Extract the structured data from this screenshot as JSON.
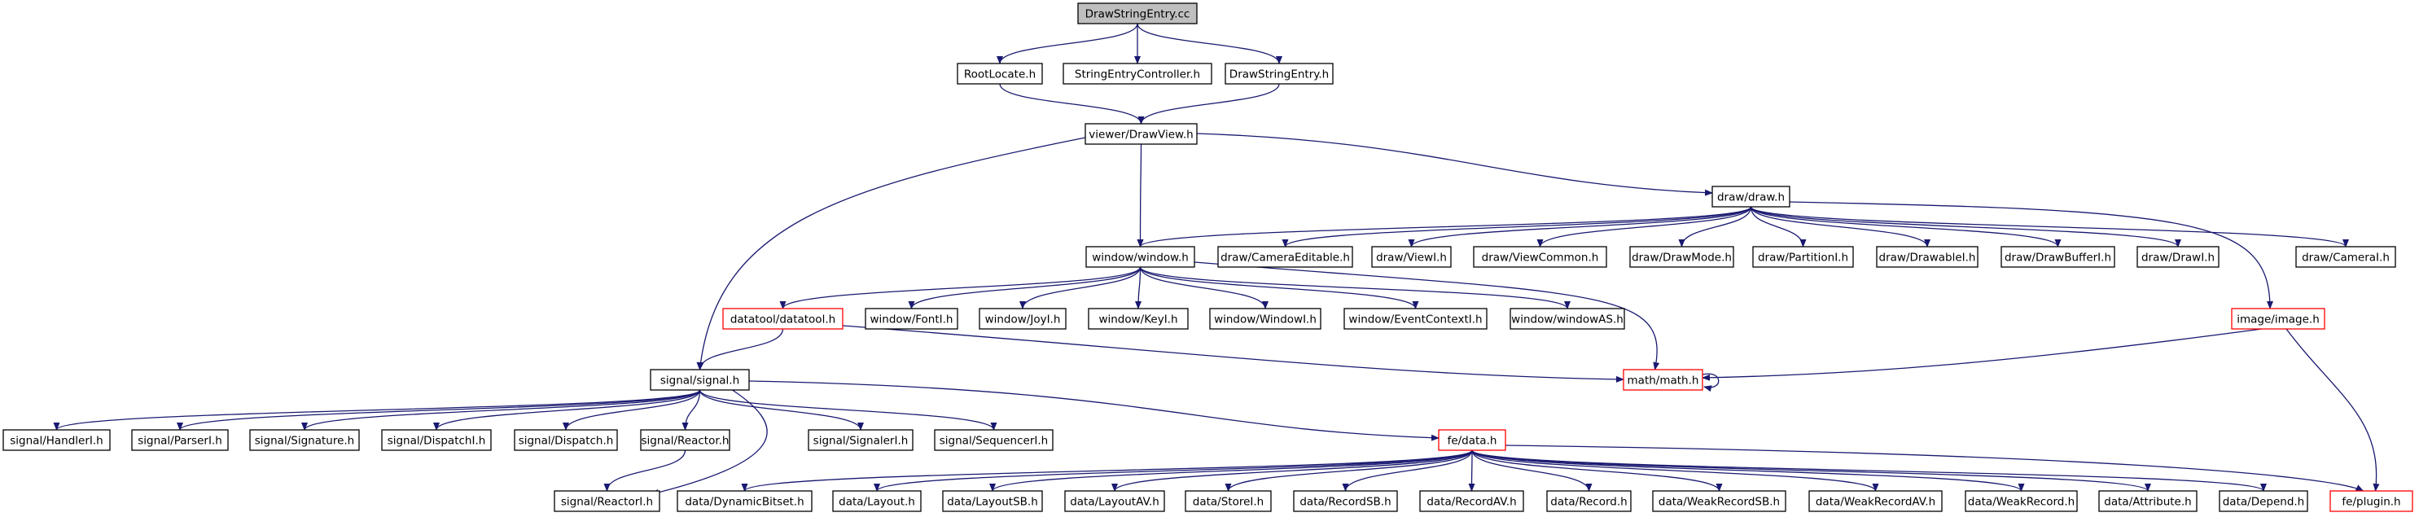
{
  "colors": {
    "edge": "#191970",
    "node_border": "#000000",
    "node_border_truncated": "#ff0000",
    "root_fill": "#bfbfbf",
    "node_fill": "#ffffff",
    "text": "#000000"
  },
  "nodes": {
    "n1": {
      "label": "DrawStringEntry.cc",
      "kind": "root"
    },
    "n2": {
      "label": "RootLocate.h"
    },
    "n3": {
      "label": "StringEntryController.h"
    },
    "n4": {
      "label": "DrawStringEntry.h"
    },
    "n5": {
      "label": "viewer/DrawView.h"
    },
    "n6": {
      "label": "draw/draw.h"
    },
    "n7": {
      "label": "window/window.h"
    },
    "n8": {
      "label": "draw/CameraEditable.h"
    },
    "n9": {
      "label": "draw/ViewI.h"
    },
    "n10": {
      "label": "draw/ViewCommon.h"
    },
    "n11": {
      "label": "draw/DrawMode.h"
    },
    "n12": {
      "label": "draw/PartitionI.h"
    },
    "n13": {
      "label": "draw/DrawableI.h"
    },
    "n14": {
      "label": "draw/DrawBufferI.h"
    },
    "n15": {
      "label": "draw/DrawI.h"
    },
    "n16": {
      "label": "draw/CameraI.h"
    },
    "n17": {
      "label": "datatool/datatool.h",
      "kind": "truncated"
    },
    "n18": {
      "label": "window/FontI.h"
    },
    "n19": {
      "label": "window/JoyI.h"
    },
    "n20": {
      "label": "window/KeyI.h"
    },
    "n21": {
      "label": "window/WindowI.h"
    },
    "n22": {
      "label": "window/EventContextI.h"
    },
    "n23": {
      "label": "window/windowAS.h"
    },
    "n24": {
      "label": "image/image.h",
      "kind": "truncated"
    },
    "n25": {
      "label": "signal/signal.h"
    },
    "n26": {
      "label": "math/math.h",
      "kind": "truncated"
    },
    "n27": {
      "label": "signal/HandlerI.h"
    },
    "n28": {
      "label": "signal/ParserI.h"
    },
    "n29": {
      "label": "signal/Signature.h"
    },
    "n30": {
      "label": "signal/DispatchI.h"
    },
    "n31": {
      "label": "signal/Dispatch.h"
    },
    "n32": {
      "label": "signal/Reactor.h"
    },
    "n33": {
      "label": "signal/SignalerI.h"
    },
    "n34": {
      "label": "signal/SequencerI.h"
    },
    "n35": {
      "label": "fe/data.h",
      "kind": "truncated"
    },
    "n36": {
      "label": "signal/ReactorI.h"
    },
    "n37": {
      "label": "data/DynamicBitset.h"
    },
    "n38": {
      "label": "data/Layout.h"
    },
    "n39": {
      "label": "data/LayoutSB.h"
    },
    "n40": {
      "label": "data/LayoutAV.h"
    },
    "n41": {
      "label": "data/StoreI.h"
    },
    "n42": {
      "label": "data/RecordSB.h"
    },
    "n43": {
      "label": "data/RecordAV.h"
    },
    "n44": {
      "label": "data/Record.h"
    },
    "n45": {
      "label": "data/WeakRecordSB.h"
    },
    "n46": {
      "label": "data/WeakRecordAV.h"
    },
    "n47": {
      "label": "data/WeakRecord.h"
    },
    "n48": {
      "label": "data/Attribute.h"
    },
    "n49": {
      "label": "data/Depend.h"
    },
    "n50": {
      "label": "fe/plugin.h",
      "kind": "truncated"
    }
  },
  "edges": [
    [
      "n1",
      "n2"
    ],
    [
      "n1",
      "n3"
    ],
    [
      "n1",
      "n4"
    ],
    [
      "n2",
      "n5"
    ],
    [
      "n4",
      "n5"
    ],
    [
      "n5",
      "n6"
    ],
    [
      "n5",
      "n7"
    ],
    [
      "n5",
      "n25"
    ],
    [
      "n6",
      "n7"
    ],
    [
      "n6",
      "n8"
    ],
    [
      "n6",
      "n9"
    ],
    [
      "n6",
      "n10"
    ],
    [
      "n6",
      "n11"
    ],
    [
      "n6",
      "n12"
    ],
    [
      "n6",
      "n13"
    ],
    [
      "n6",
      "n14"
    ],
    [
      "n6",
      "n15"
    ],
    [
      "n6",
      "n16"
    ],
    [
      "n6",
      "n24"
    ],
    [
      "n7",
      "n17"
    ],
    [
      "n7",
      "n18"
    ],
    [
      "n7",
      "n19"
    ],
    [
      "n7",
      "n20"
    ],
    [
      "n7",
      "n21"
    ],
    [
      "n7",
      "n22"
    ],
    [
      "n7",
      "n23"
    ],
    [
      "n7",
      "n26"
    ],
    [
      "n17",
      "n25"
    ],
    [
      "n17",
      "n26"
    ],
    [
      "n24",
      "n26"
    ],
    [
      "n24",
      "n50"
    ],
    [
      "n26",
      "n26"
    ],
    [
      "n25",
      "n27"
    ],
    [
      "n25",
      "n28"
    ],
    [
      "n25",
      "n29"
    ],
    [
      "n25",
      "n30"
    ],
    [
      "n25",
      "n31"
    ],
    [
      "n25",
      "n32"
    ],
    [
      "n25",
      "n33"
    ],
    [
      "n25",
      "n34"
    ],
    [
      "n25",
      "n35"
    ],
    [
      "n25",
      "n36"
    ],
    [
      "n32",
      "n36"
    ],
    [
      "n35",
      "n37"
    ],
    [
      "n35",
      "n38"
    ],
    [
      "n35",
      "n39"
    ],
    [
      "n35",
      "n40"
    ],
    [
      "n35",
      "n41"
    ],
    [
      "n35",
      "n42"
    ],
    [
      "n35",
      "n43"
    ],
    [
      "n35",
      "n44"
    ],
    [
      "n35",
      "n45"
    ],
    [
      "n35",
      "n46"
    ],
    [
      "n35",
      "n47"
    ],
    [
      "n35",
      "n48"
    ],
    [
      "n35",
      "n49"
    ],
    [
      "n35",
      "n50"
    ]
  ]
}
